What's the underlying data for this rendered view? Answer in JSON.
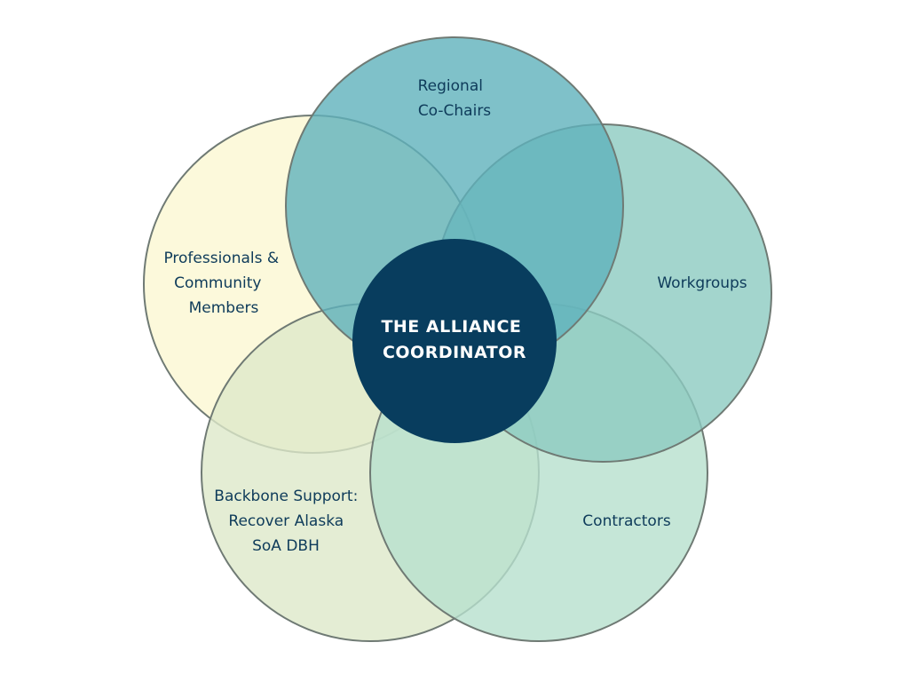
{
  "center": {
    "lines": [
      "THE ALLIANCE",
      "COORDINATOR"
    ],
    "color": "#083d5e"
  },
  "petals": [
    {
      "id": "professionals",
      "lines": [
        "Professionals &",
        "Community",
        "Members"
      ],
      "color": "#fbf7d2"
    },
    {
      "id": "backbone",
      "lines": [
        "Backbone Support:",
        "Recover Alaska",
        "SoA DBH"
      ],
      "color": "#dde9c9"
    },
    {
      "id": "contractors",
      "lines": [
        "Contractors"
      ],
      "color": "#b6e0cd"
    },
    {
      "id": "workgroups",
      "lines": [
        "Workgroups"
      ],
      "color": "#8ccac0"
    },
    {
      "id": "regional",
      "lines": [
        "Regional",
        "Co-Chairs"
      ],
      "color": "#5fb1bb"
    }
  ]
}
